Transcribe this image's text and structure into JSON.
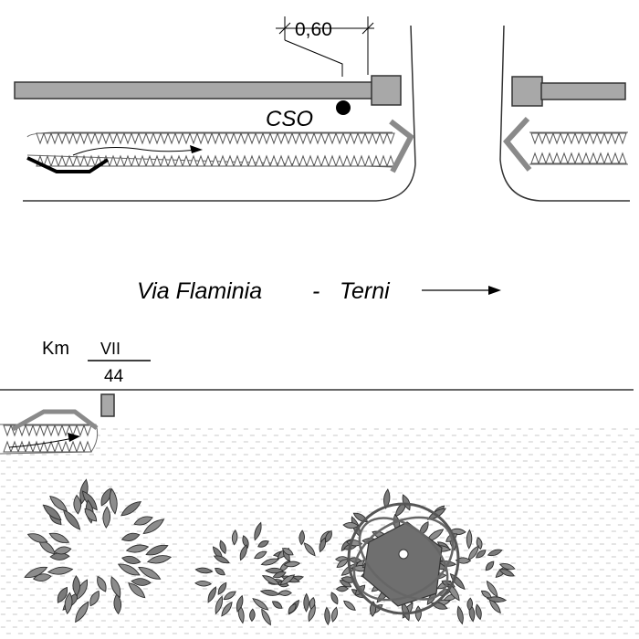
{
  "dimension_label": "0,60",
  "cso_label": "CSO",
  "road": {
    "name": "Via Flaminia",
    "separator": "-",
    "destination": "Terni"
  },
  "milestone": {
    "unit": "Km",
    "major": "VII",
    "minor": "44"
  },
  "colors": {
    "structure_fill": "#a8a8a8",
    "foliage": "#7a7a7a",
    "tree_canopy": "#6f6f6f",
    "ink": "#000000",
    "lawn_dash": "#c8c8c8"
  }
}
